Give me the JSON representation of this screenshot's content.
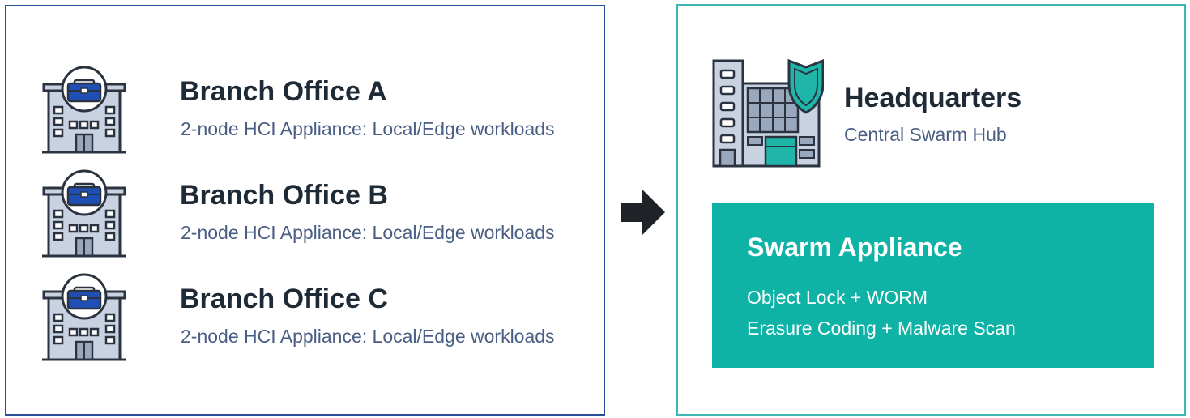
{
  "branches": [
    {
      "title": "Branch Office A",
      "subtitle": "2-node HCI Appliance: Local/Edge workloads"
    },
    {
      "title": "Branch Office B",
      "subtitle": "2-node HCI Appliance: Local/Edge workloads"
    },
    {
      "title": "Branch Office C",
      "subtitle": "2-node HCI Appliance: Local/Edge workloads"
    }
  ],
  "headquarters": {
    "title": "Headquarters",
    "subtitle": "Central Swarm Hub"
  },
  "appliance": {
    "title": "Swarm Appliance",
    "features": [
      "Object Lock + WORM",
      "Erasure Coding + Malware Scan"
    ]
  },
  "icons": {
    "branch": "branch-office-building-icon",
    "hq": "headquarters-building-shield-icon",
    "arrow": "arrow-right-icon"
  },
  "colors": {
    "left_border": "#2a4f9a",
    "right_border": "#3bb8b2",
    "appliance_fill": "#0fb3a6",
    "heading": "#1f2a37",
    "subtext": "#4a5e84"
  }
}
